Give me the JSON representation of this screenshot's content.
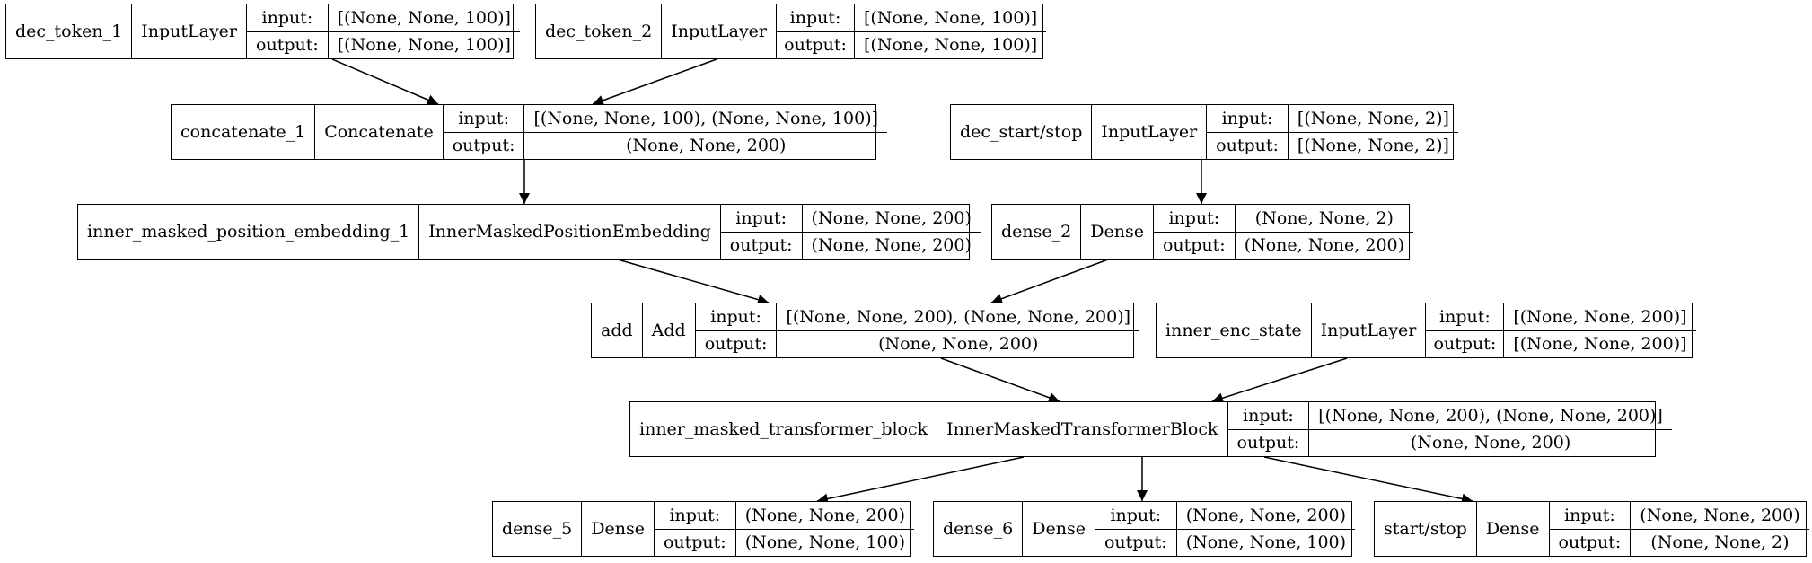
{
  "labels": {
    "input": "input:",
    "output": "output:"
  },
  "nodes": {
    "dec_token_1": {
      "name": "dec_token_1",
      "type": "InputLayer",
      "input": "[(None, None, 100)]",
      "output": "[(None, None, 100)]"
    },
    "dec_token_2": {
      "name": "dec_token_2",
      "type": "InputLayer",
      "input": "[(None, None, 100)]",
      "output": "[(None, None, 100)]"
    },
    "concatenate_1": {
      "name": "concatenate_1",
      "type": "Concatenate",
      "input": "[(None, None, 100), (None, None, 100)]",
      "output": "(None, None, 200)"
    },
    "dec_start_stop": {
      "name": "dec_start/stop",
      "type": "InputLayer",
      "input": "[(None, None, 2)]",
      "output": "[(None, None, 2)]"
    },
    "inner_masked_position_embedding_1": {
      "name": "inner_masked_position_embedding_1",
      "type": "InnerMaskedPositionEmbedding",
      "input": "(None, None, 200)",
      "output": "(None, None, 200)"
    },
    "dense_2": {
      "name": "dense_2",
      "type": "Dense",
      "input": "(None, None, 2)",
      "output": "(None, None, 200)"
    },
    "add": {
      "name": "add",
      "type": "Add",
      "input": "[(None, None, 200), (None, None, 200)]",
      "output": "(None, None, 200)"
    },
    "inner_enc_state": {
      "name": "inner_enc_state",
      "type": "InputLayer",
      "input": "[(None, None, 200)]",
      "output": "[(None, None, 200)]"
    },
    "inner_masked_transformer_block": {
      "name": "inner_masked_transformer_block",
      "type": "InnerMaskedTransformerBlock",
      "input": "[(None, None, 200), (None, None, 200)]",
      "output": "(None, None, 200)"
    },
    "dense_5": {
      "name": "dense_5",
      "type": "Dense",
      "input": "(None, None, 200)",
      "output": "(None, None, 100)"
    },
    "dense_6": {
      "name": "dense_6",
      "type": "Dense",
      "input": "(None, None, 200)",
      "output": "(None, None, 100)"
    },
    "start_stop": {
      "name": "start/stop",
      "type": "Dense",
      "input": "(None, None, 200)",
      "output": "(None, None, 2)"
    }
  },
  "edges": [
    [
      "dec_token_1",
      "concatenate_1"
    ],
    [
      "dec_token_2",
      "concatenate_1"
    ],
    [
      "concatenate_1",
      "inner_masked_position_embedding_1"
    ],
    [
      "dec_start_stop",
      "dense_2"
    ],
    [
      "inner_masked_position_embedding_1",
      "add"
    ],
    [
      "dense_2",
      "add"
    ],
    [
      "add",
      "inner_masked_transformer_block"
    ],
    [
      "inner_enc_state",
      "inner_masked_transformer_block"
    ],
    [
      "inner_masked_transformer_block",
      "dense_5"
    ],
    [
      "inner_masked_transformer_block",
      "dense_6"
    ],
    [
      "inner_masked_transformer_block",
      "start_stop"
    ]
  ]
}
